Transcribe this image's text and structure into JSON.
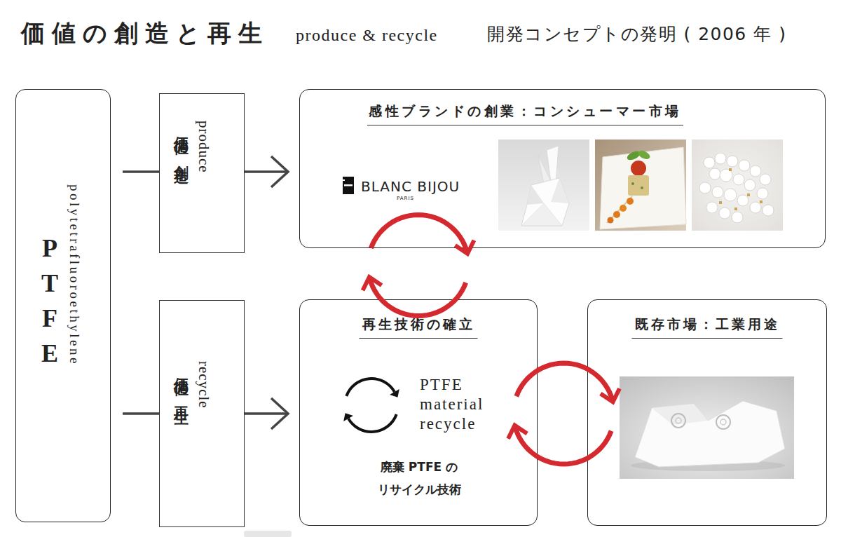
{
  "diagram": {
    "title": "価値の創造と再生",
    "nodes": [
      {
        "text": [
          "PTFE",
          "polytetrafluoroethylene"
        ]
      },
      {
        "text": [
          "produce",
          "価値の創造"
        ]
      },
      {
        "text": [
          "recycle",
          "価値の再生"
        ]
      },
      {
        "text": [
          "感性ブランドの創業：コンシューマー市場",
          "BLANC BIJOU",
          "PARIS"
        ]
      },
      {
        "text": [
          "再生技術の確立",
          "PTFE material recycle",
          "廃棄 PTFE の リサイクル技術"
        ]
      },
      {
        "text": [
          "既存市場：工業用途"
        ]
      }
    ],
    "edges": [
      {
        "from": 0,
        "to": 1,
        "arrow": "none"
      },
      {
        "from": 1,
        "to": 3,
        "arrow": "to"
      },
      {
        "from": 0,
        "to": 2,
        "arrow": "none"
      },
      {
        "from": 2,
        "to": 4,
        "arrow": "to"
      },
      {
        "from": 3,
        "to": 4,
        "arrow": "both"
      },
      {
        "from": 4,
        "to": 5,
        "arrow": "both"
      }
    ],
    "labels": [
      "produce & recycle",
      "開発コンセプトの発明 ( 2006 年 )"
    ]
  }
}
